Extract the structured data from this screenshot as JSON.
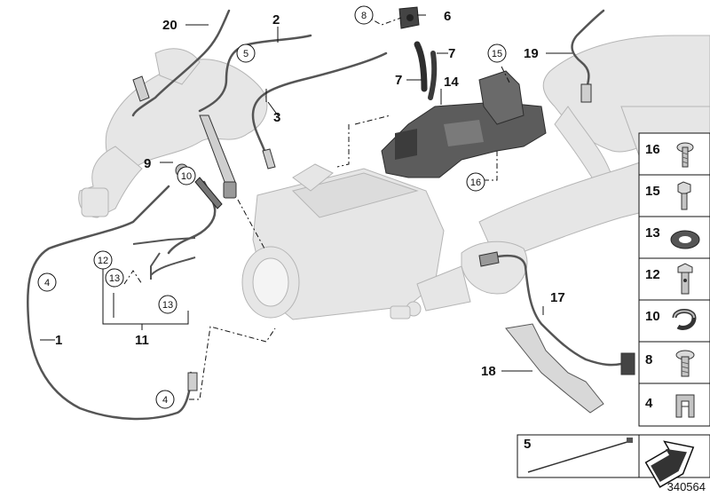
{
  "diagram": {
    "image_id": "340564",
    "callouts": {
      "p1": "1",
      "p2": "2",
      "p3": "3",
      "p4a": "4",
      "p4b": "4",
      "p5": "5",
      "p6": "6",
      "p7a": "7",
      "p7b": "7",
      "p8": "8",
      "p9": "9",
      "p10": "10",
      "p11": "11",
      "p12": "12",
      "p13a": "13",
      "p13b": "13",
      "p14": "14",
      "p15": "15",
      "p16": "16",
      "p17": "17",
      "p18": "18",
      "p19": "19",
      "p20": "20"
    },
    "legend": [
      {
        "number": "16",
        "icon": "torx-bolt-icon"
      },
      {
        "number": "15",
        "icon": "hex-bolt-icon"
      },
      {
        "number": "13",
        "icon": "sealing-ring-icon"
      },
      {
        "number": "12",
        "icon": "banjo-bolt-icon"
      },
      {
        "number": "10",
        "icon": "hose-clip-icon"
      },
      {
        "number": "8",
        "icon": "flange-screw-icon"
      },
      {
        "number": "4",
        "icon": "spring-nut-icon"
      }
    ],
    "cable_tie": {
      "number": "5",
      "icon": "cable-tie-icon"
    }
  }
}
